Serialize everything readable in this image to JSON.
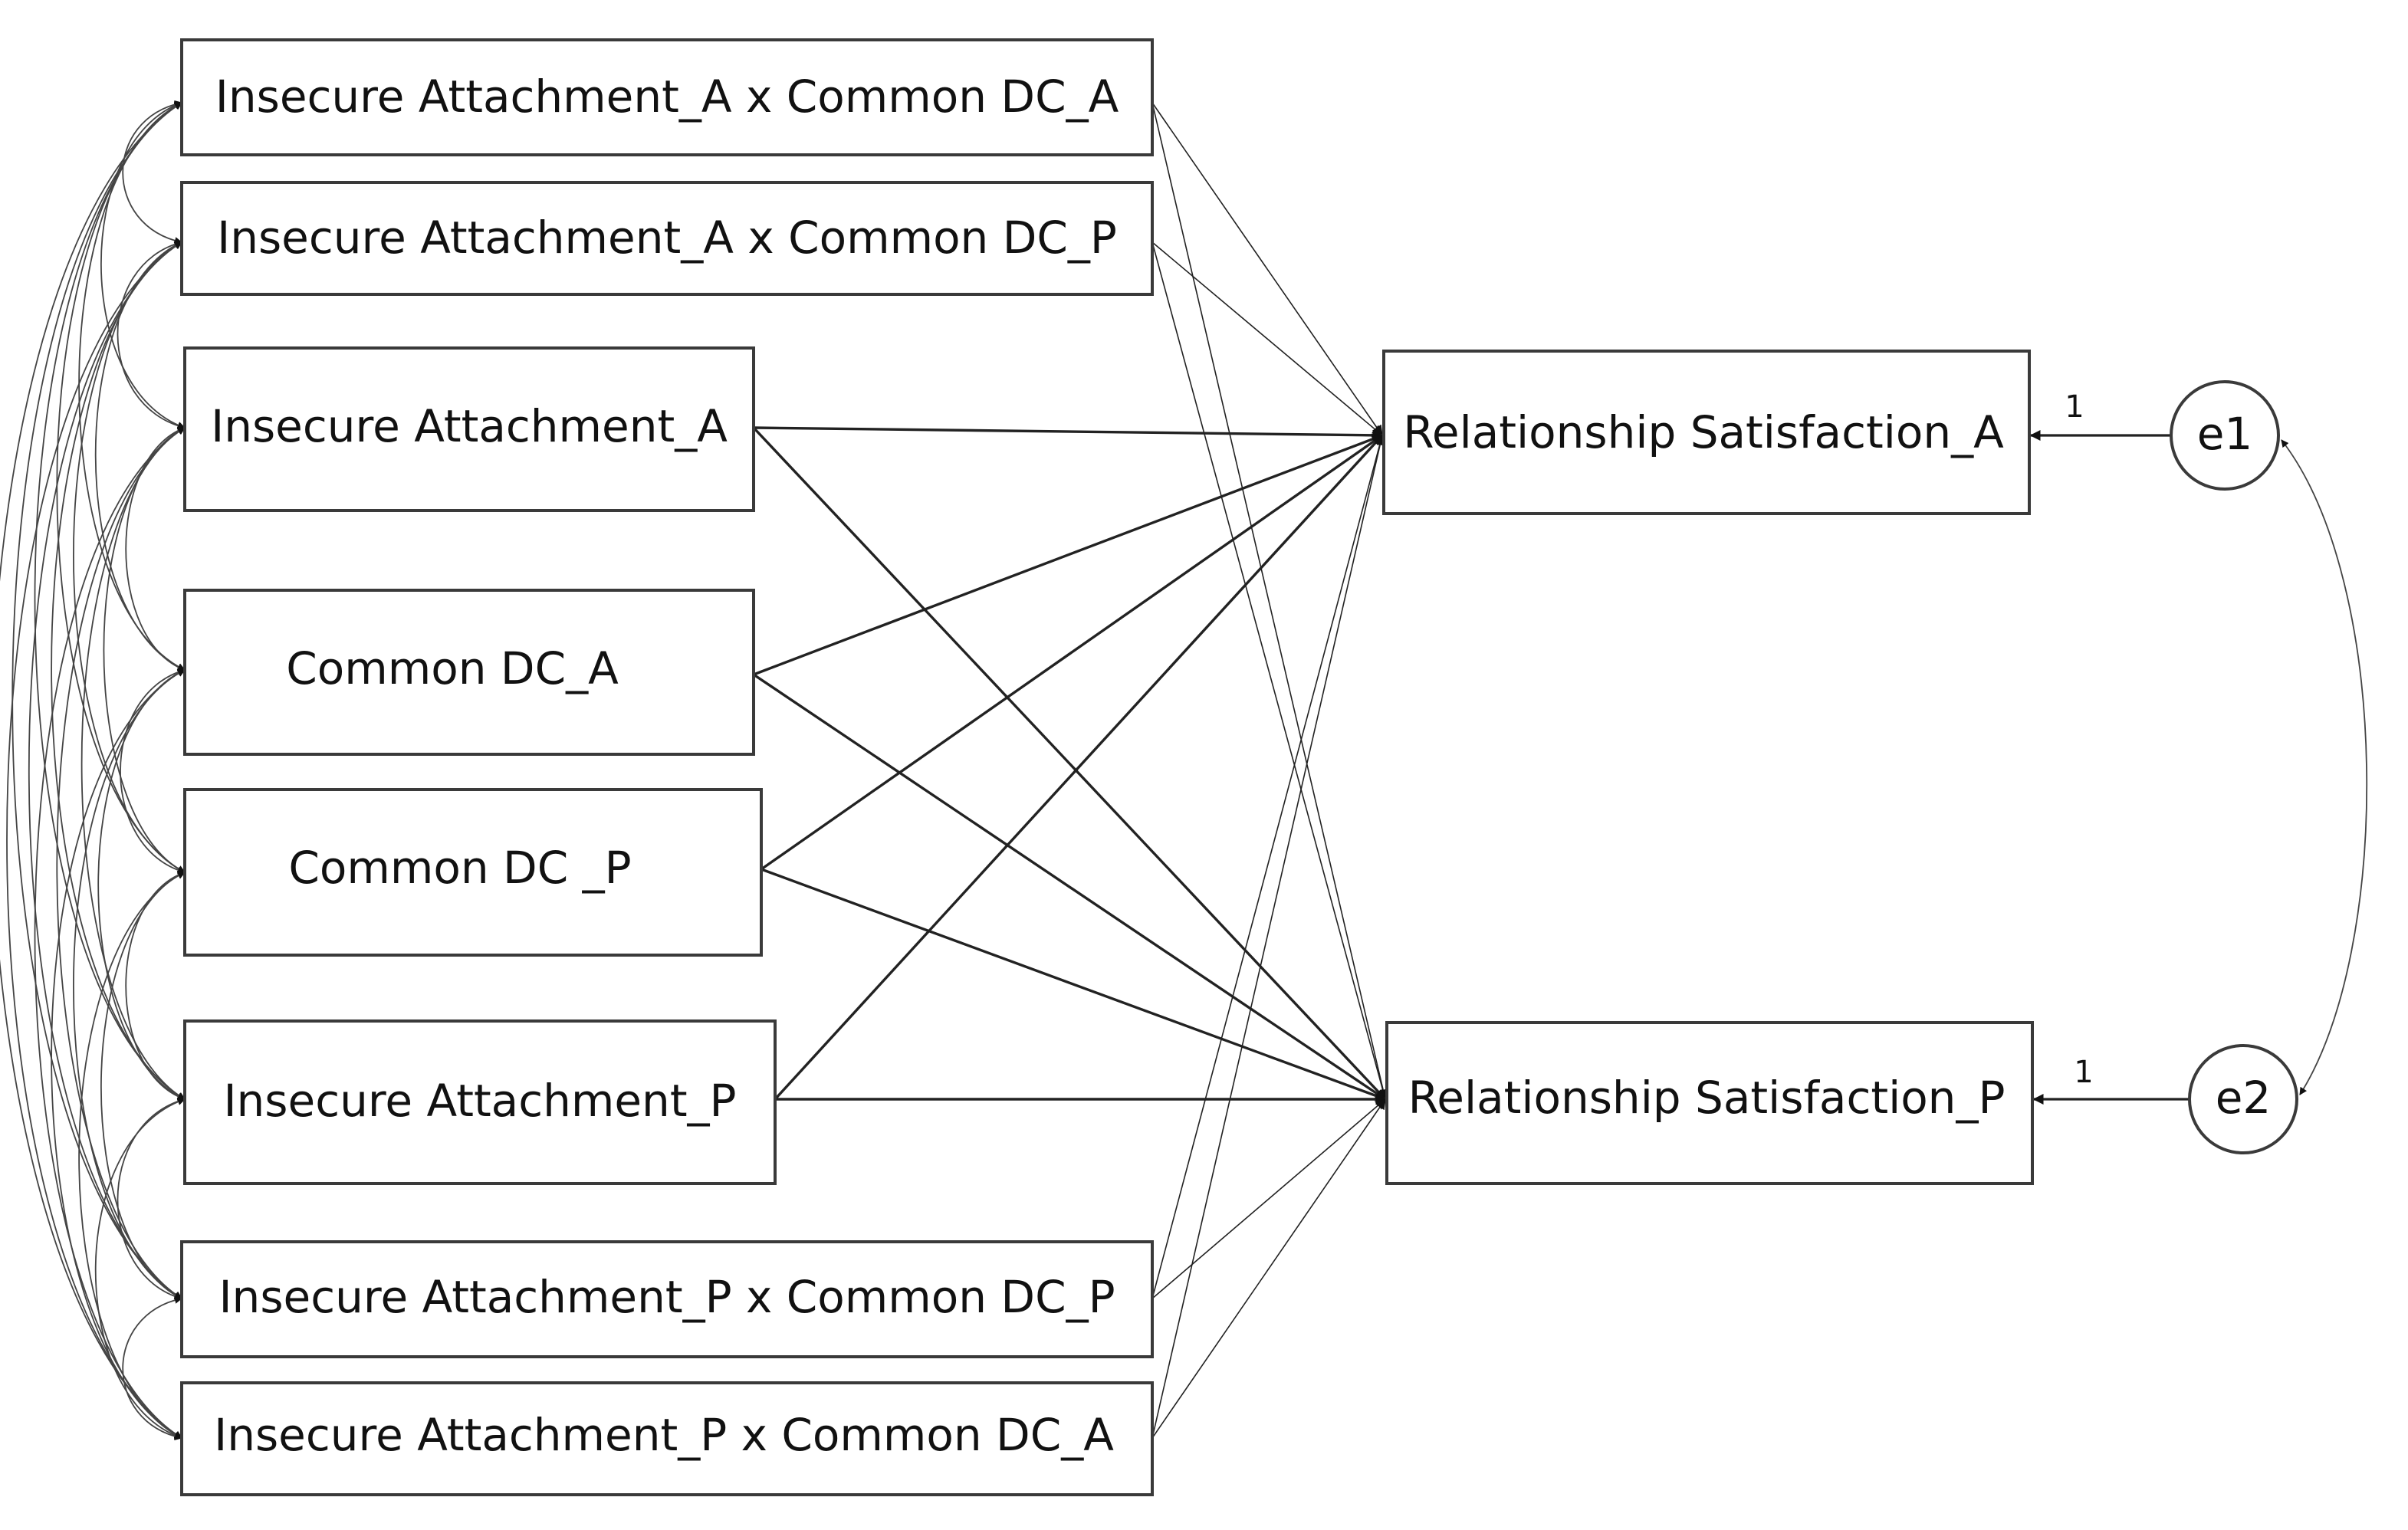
{
  "diagram": {
    "predictors": [
      {
        "id": "ia_a_x_dc_a",
        "label": "Insecure Attachment_A x Common DC_A"
      },
      {
        "id": "ia_a_x_dc_p",
        "label": "Insecure Attachment_A x Common DC_P"
      },
      {
        "id": "ia_a",
        "label": "Insecure Attachment_A"
      },
      {
        "id": "dc_a",
        "label": "Common DC_A"
      },
      {
        "id": "dc_p",
        "label": "Common DC _P"
      },
      {
        "id": "ia_p",
        "label": "Insecure Attachment_P"
      },
      {
        "id": "ia_p_x_dc_p",
        "label": "Insecure Attachment_P x Common DC_P"
      },
      {
        "id": "ia_p_x_dc_a",
        "label": "Insecure Attachment_P x Common DC_A"
      }
    ],
    "outcomes": [
      {
        "id": "rs_a",
        "label": "Relationship Satisfaction_A"
      },
      {
        "id": "rs_p",
        "label": "Relationship Satisfaction_P"
      }
    ],
    "errors": [
      {
        "id": "e1",
        "label": "e1",
        "target": "rs_a",
        "loading": "1"
      },
      {
        "id": "e2",
        "label": "e2",
        "target": "rs_p",
        "loading": "1"
      }
    ],
    "paths": [
      {
        "from": "ia_a_x_dc_a",
        "to": "rs_a",
        "weight": "thin"
      },
      {
        "from": "ia_a_x_dc_a",
        "to": "rs_p",
        "weight": "thin"
      },
      {
        "from": "ia_a_x_dc_p",
        "to": "rs_a",
        "weight": "thin"
      },
      {
        "from": "ia_a_x_dc_p",
        "to": "rs_p",
        "weight": "thin"
      },
      {
        "from": "ia_a",
        "to": "rs_a",
        "weight": "thick"
      },
      {
        "from": "ia_a",
        "to": "rs_p",
        "weight": "thick"
      },
      {
        "from": "dc_a",
        "to": "rs_a",
        "weight": "thick"
      },
      {
        "from": "dc_a",
        "to": "rs_p",
        "weight": "thick"
      },
      {
        "from": "dc_p",
        "to": "rs_a",
        "weight": "thick"
      },
      {
        "from": "dc_p",
        "to": "rs_p",
        "weight": "thick"
      },
      {
        "from": "ia_p",
        "to": "rs_a",
        "weight": "thick"
      },
      {
        "from": "ia_p",
        "to": "rs_p",
        "weight": "thick"
      },
      {
        "from": "ia_p_x_dc_p",
        "to": "rs_a",
        "weight": "thin"
      },
      {
        "from": "ia_p_x_dc_p",
        "to": "rs_p",
        "weight": "thin"
      },
      {
        "from": "ia_p_x_dc_a",
        "to": "rs_a",
        "weight": "thin"
      },
      {
        "from": "ia_p_x_dc_a",
        "to": "rs_p",
        "weight": "thin"
      }
    ],
    "error_covariance": {
      "from": "e1",
      "to": "e2"
    },
    "predictor_covariances": "all-pairs"
  }
}
